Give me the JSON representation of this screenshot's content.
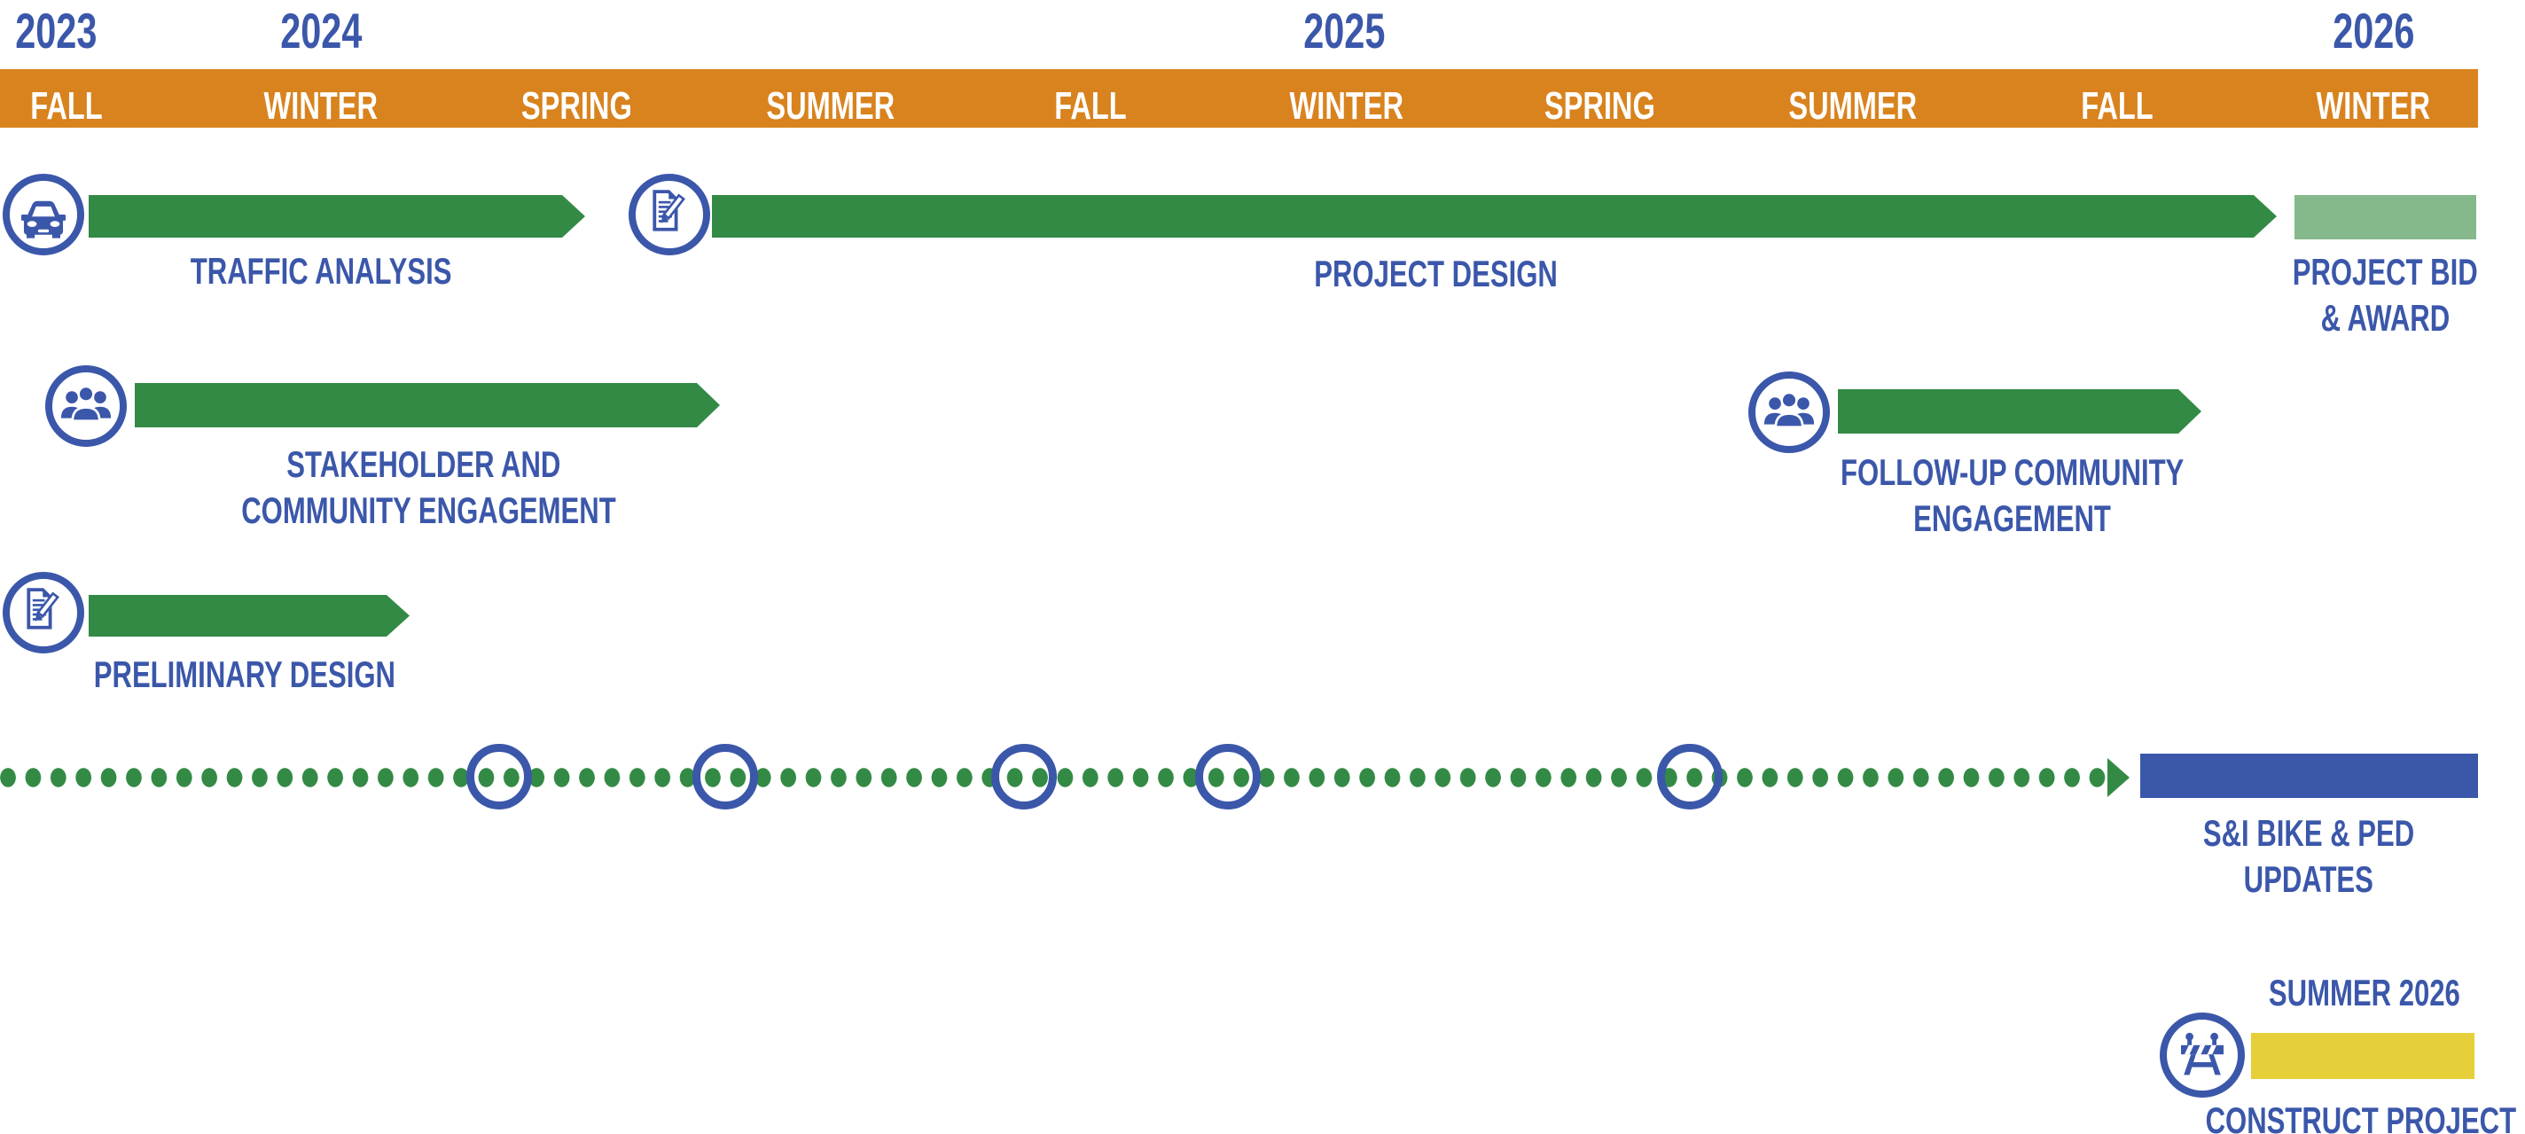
{
  "header": {
    "years": [
      "2023",
      "2024",
      "2025",
      "2026"
    ],
    "seasons": [
      "FALL",
      "WINTER",
      "SPRING",
      "SUMMER",
      "FALL",
      "WINTER",
      "SPRING",
      "SUMMER",
      "FALL",
      "WINTER"
    ]
  },
  "phases": {
    "traffic_analysis": {
      "label": "TRAFFIC ANALYSIS"
    },
    "project_design": {
      "label": "PROJECT DESIGN"
    },
    "project_bid_award": {
      "line1": "PROJECT BID",
      "line2": "& AWARD"
    },
    "stakeholder_engagement": {
      "line1": "STAKEHOLDER AND",
      "line2": "COMMUNITY ENGAGEMENT"
    },
    "followup_engagement": {
      "line1": "FOLLOW-UP COMMUNITY",
      "line2": "ENGAGEMENT"
    },
    "preliminary_design": {
      "label": "PRELIMINARY DESIGN"
    },
    "si_bike_ped_updates": {
      "line1": "S&I BIKE & PED",
      "line2": "UPDATES"
    },
    "construct_project": {
      "timeframe": "SUMMER 2026",
      "label": "CONSTRUCT PROJECT"
    }
  },
  "icons": {
    "traffic_analysis": "car-icon",
    "project_design": "document-pencil-icon",
    "stakeholder_engagement": "people-group-icon",
    "followup_engagement": "people-group-icon",
    "preliminary_design": "document-pencil-icon",
    "construct_project": "construction-barrier-icon"
  },
  "colors": {
    "blue": "#3B57AA",
    "green": "#338A45",
    "lightgreen": "#85B98B",
    "orange": "#D9831E",
    "yellow": "#E6CF38"
  }
}
